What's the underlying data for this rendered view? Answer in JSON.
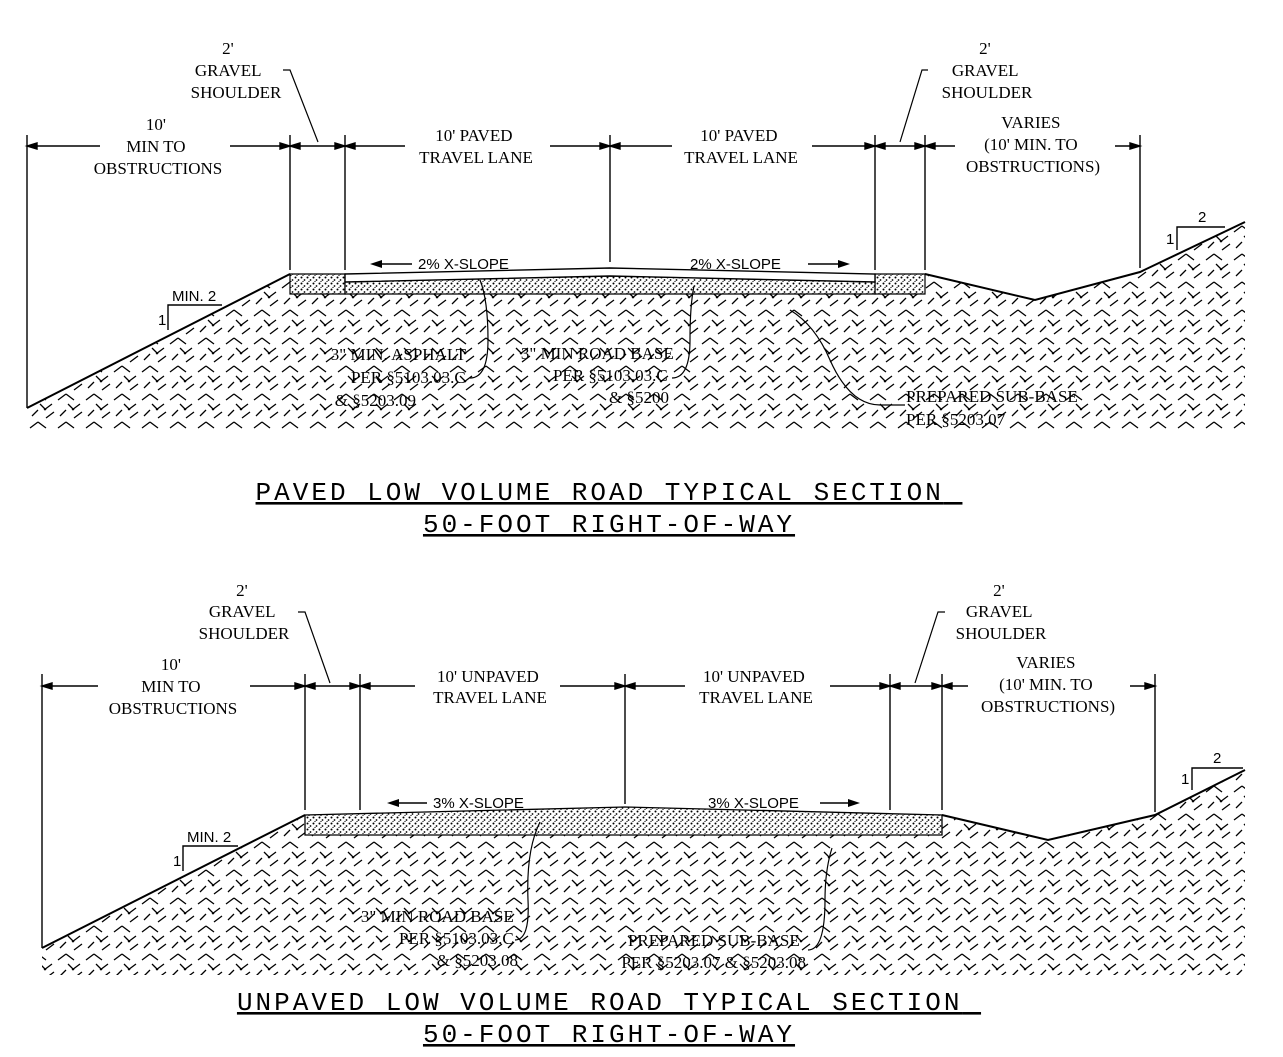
{
  "sections": [
    {
      "id": "paved",
      "shoulder_left": [
        "2'",
        "GRAVEL",
        "SHOULDER"
      ],
      "shoulder_right": [
        "2'",
        "GRAVEL",
        "SHOULDER"
      ],
      "left_clearance": [
        "10'",
        "MIN TO",
        "OBSTRUCTIONS"
      ],
      "lane_left": [
        "10' PAVED",
        "TRAVEL LANE"
      ],
      "lane_right": [
        "10' PAVED",
        "TRAVEL LANE"
      ],
      "right_clearance": [
        "VARIES",
        "(10' MIN. TO",
        "OBSTRUCTIONS)"
      ],
      "slope_left": "2% X-SLOPE",
      "slope_right": "2% X-SLOPE",
      "side_slope_left": {
        "rise": "1",
        "run": "MIN. 2"
      },
      "side_slope_right": {
        "rise": "1",
        "run": "2"
      },
      "callouts": [
        [
          "3\" MIN. ASPHALT",
          "PER §5103.03.C",
          "& §5203.09"
        ],
        [
          "3\" MIN ROAD BASE",
          "PER §5103.03.C",
          "& §5200"
        ],
        [
          "PREPARED SUB-BASE",
          "PER §5203.07"
        ]
      ],
      "title": [
        "PAVED LOW VOLUME ROAD TYPICAL SECTION",
        "50-FOOT RIGHT-OF-WAY"
      ]
    },
    {
      "id": "unpaved",
      "shoulder_left": [
        "2'",
        "GRAVEL",
        "SHOULDER"
      ],
      "shoulder_right": [
        "2'",
        "GRAVEL",
        "SHOULDER"
      ],
      "left_clearance": [
        "10'",
        "MIN TO",
        "OBSTRUCTIONS"
      ],
      "lane_left": [
        "10' UNPAVED",
        "TRAVEL LANE"
      ],
      "lane_right": [
        "10' UNPAVED",
        "TRAVEL LANE"
      ],
      "right_clearance": [
        "VARIES",
        "(10' MIN. TO",
        "OBSTRUCTIONS)"
      ],
      "slope_left": "3% X-SLOPE",
      "slope_right": "3% X-SLOPE",
      "side_slope_left": {
        "rise": "1",
        "run": "MIN. 2"
      },
      "side_slope_right": {
        "rise": "1",
        "run": "2"
      },
      "callouts": [
        [
          "3\" MIN ROAD BASE",
          "PER §5103.03.C",
          "& §5203.08"
        ],
        [
          "PREPARED SUB-BASE",
          "PER §5203.07 & §5203.08"
        ]
      ],
      "title": [
        "UNPAVED LOW VOLUME ROAD TYPICAL SECTION",
        "50-FOOT RIGHT-OF-WAY"
      ]
    }
  ],
  "colors": {
    "ink": "#000000",
    "paper": "#ffffff"
  }
}
